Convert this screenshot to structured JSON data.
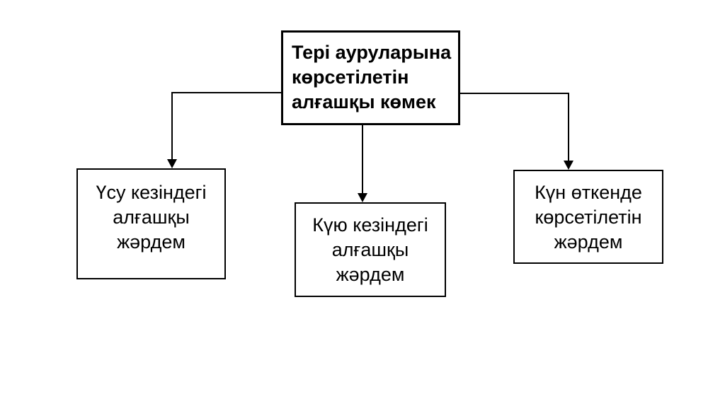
{
  "diagram": {
    "title": "Тері ауруларына көрсетілетін алғашқы көмек",
    "colors": {
      "background": "#ffffff",
      "border": "#000000",
      "text": "#000000",
      "connector": "#000000"
    },
    "nodes": {
      "root": {
        "lines": [
          "Тері ауруларына",
          "көрсетілетін",
          "алғашқы көмек"
        ]
      },
      "child_left": {
        "lines": [
          "Үсу кезіндегі",
          "алғашқы",
          "жәрдем"
        ]
      },
      "child_middle": {
        "lines": [
          "Күю кезіндегі",
          "алғашқы",
          "жәрдем"
        ]
      },
      "child_right": {
        "lines": [
          "Күн өткенде",
          "көрсетілетін",
          "жәрдем"
        ]
      }
    }
  }
}
